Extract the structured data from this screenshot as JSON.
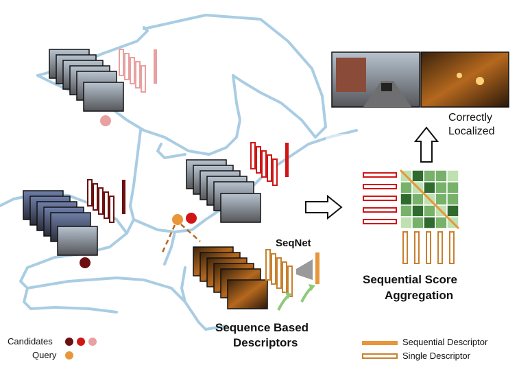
{
  "labels": {
    "correctly_localized_line1": "Correctly",
    "correctly_localized_line2": "Localized",
    "seqnet": "SeqNet",
    "sequential_score_line1": "Sequential Score",
    "sequential_score_line2": "Aggregation",
    "sequence_based_line1": "Sequence Based",
    "sequence_based_line2": "Descriptors"
  },
  "legend": {
    "candidates": "Candidates",
    "query": "Query",
    "sequential_descriptor": "Sequential Descriptor",
    "single_descriptor": "Single Descriptor"
  },
  "colors": {
    "route": "#a9cde3",
    "candidate_dark": "#6b0f0f",
    "candidate_red": "#d01515",
    "candidate_pink": "#e8a0a0",
    "query": "#e8963a",
    "seqnet_green": "#8fc97a",
    "matrix_dark": "#2f6b2f",
    "matrix_mid": "#77b16a",
    "matrix_light": "#bfe0b0"
  },
  "icons": [
    "arrow-right-icon",
    "arrow-up-icon",
    "curved-arrow-icon",
    "funnel-icon"
  ]
}
